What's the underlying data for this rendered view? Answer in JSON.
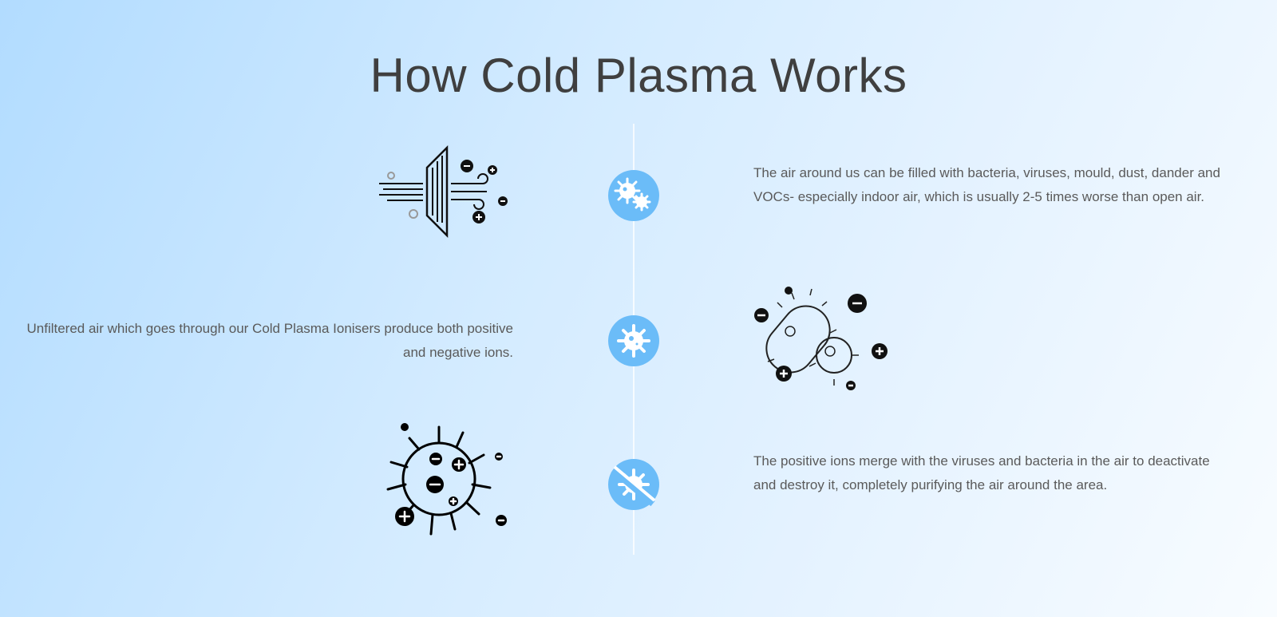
{
  "section": {
    "title": "How Cold Plasma Works"
  },
  "steps": [
    {
      "text": "The air around us can be filled with bacteria, viruses, mould, dust, dander and VOCs- especially indoor air, which is usually 2-5 times worse than open air.",
      "icon": "germs-icon",
      "illustration": "air-filter-illustration"
    },
    {
      "text": "Unfiltered air which goes through our Cold Plasma Ionisers produce both positive and negative ions.",
      "icon": "virus-icon",
      "illustration": "bacteria-ions-illustration"
    },
    {
      "text": "The positive ions merge with the viruses and bacteria in the air to deactivate and destroy it, completely purifying the air around the area.",
      "icon": "no-virus-icon",
      "illustration": "virus-ions-illustration"
    }
  ],
  "colors": {
    "accent": "#6bbcf8",
    "title": "#3f3f3f",
    "text": "#5a5a5a"
  }
}
